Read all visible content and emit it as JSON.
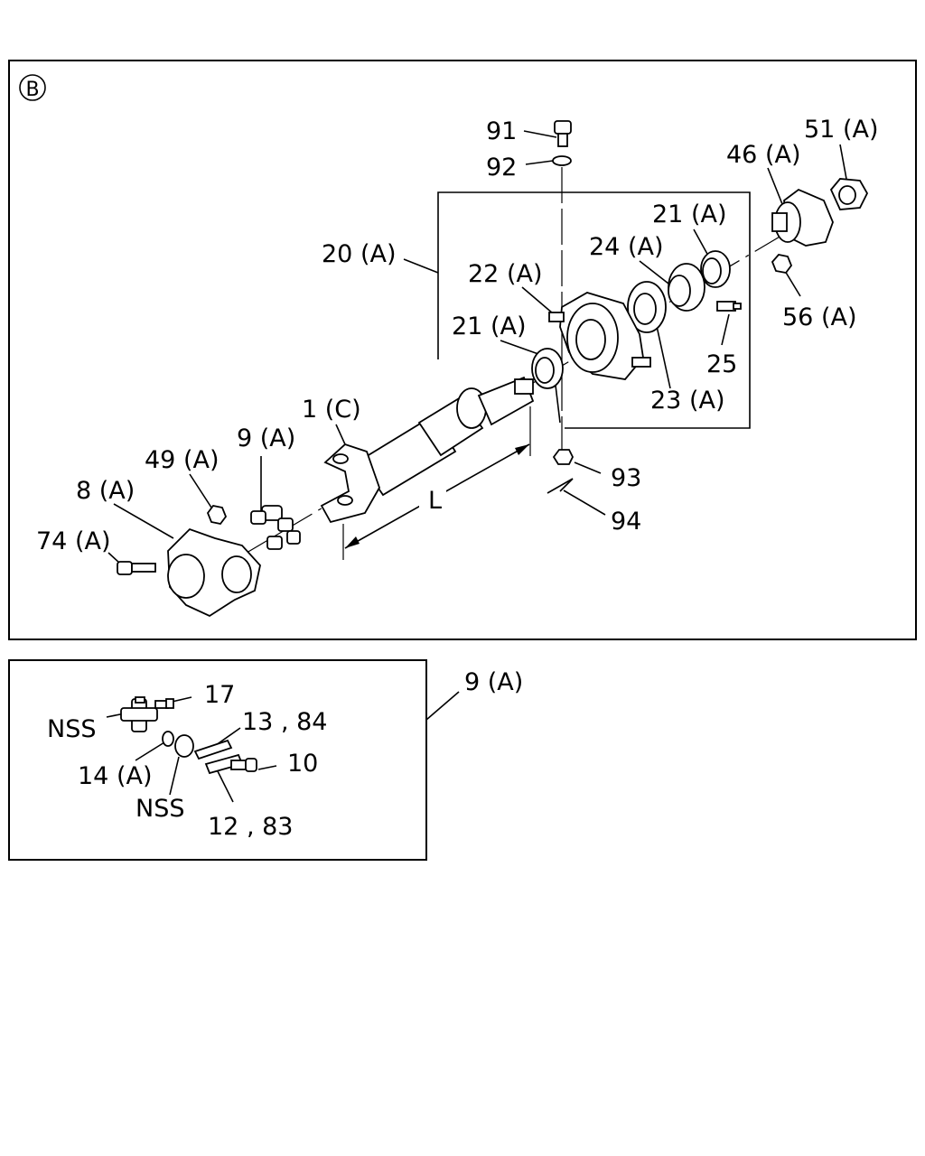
{
  "main_panel": {
    "badge": "B",
    "dimension_label": "L",
    "callouts": [
      {
        "id": "c91",
        "label": "91"
      },
      {
        "id": "c92",
        "label": "92"
      },
      {
        "id": "c51a",
        "label": "51 (A)"
      },
      {
        "id": "c46a",
        "label": "46 (A)"
      },
      {
        "id": "c21a_top",
        "label": "21 (A)"
      },
      {
        "id": "c24a",
        "label": "24 (A)"
      },
      {
        "id": "c20a",
        "label": "20 (A)"
      },
      {
        "id": "c22a",
        "label": "22 (A)"
      },
      {
        "id": "c21a_mid",
        "label": "21 (A)"
      },
      {
        "id": "c56a",
        "label": "56 (A)"
      },
      {
        "id": "c25",
        "label": "25"
      },
      {
        "id": "c23a",
        "label": "23 (A)"
      },
      {
        "id": "c1c",
        "label": "1 (C)"
      },
      {
        "id": "c9a",
        "label": "9 (A)"
      },
      {
        "id": "c49a",
        "label": "49 (A)"
      },
      {
        "id": "c8a",
        "label": "8 (A)"
      },
      {
        "id": "c74a",
        "label": "74 (A)"
      },
      {
        "id": "c93",
        "label": "93"
      },
      {
        "id": "c94",
        "label": "94"
      }
    ]
  },
  "detail_panel": {
    "title": "9 (A)",
    "callouts": [
      {
        "id": "d17",
        "label": "17"
      },
      {
        "id": "dnss1",
        "label": "NSS"
      },
      {
        "id": "d1384",
        "label": "13 , 84"
      },
      {
        "id": "d14a",
        "label": "14 (A)"
      },
      {
        "id": "d10",
        "label": "10"
      },
      {
        "id": "dnss2",
        "label": "NSS"
      },
      {
        "id": "d1283",
        "label": "12 , 83"
      }
    ]
  }
}
